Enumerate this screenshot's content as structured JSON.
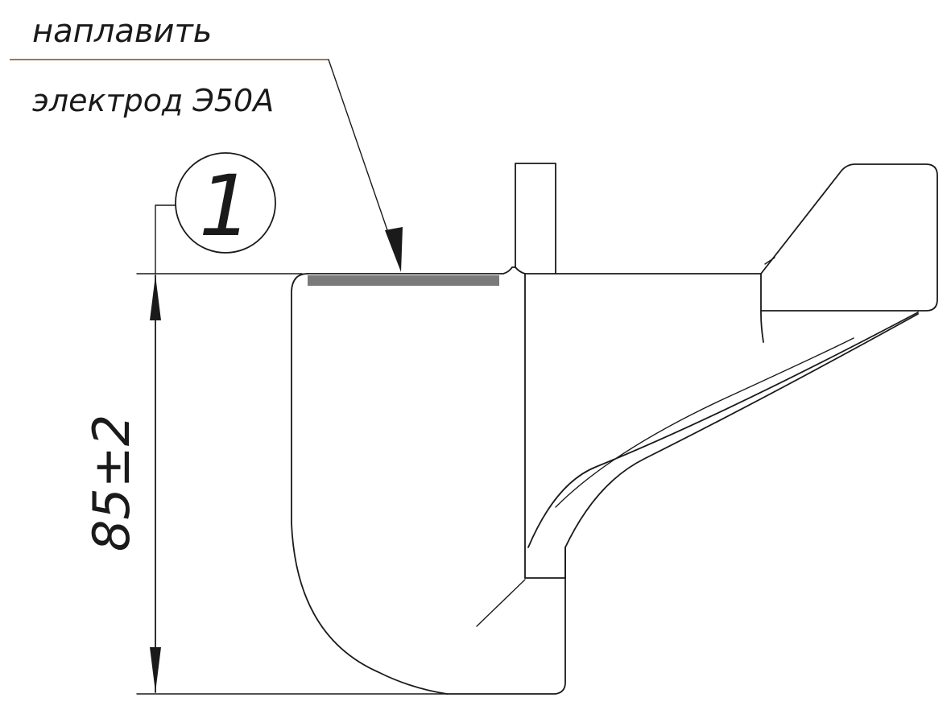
{
  "callout": {
    "instruction": "наплавить",
    "material": "электрод Э50А"
  },
  "marker": {
    "number": "1"
  },
  "dimension": {
    "label": "85±2"
  },
  "colors": {
    "line": "#1a1a1a",
    "leader_line": "#a07850",
    "weld_overlay": "#7a7a7a",
    "background": "#ffffff"
  }
}
